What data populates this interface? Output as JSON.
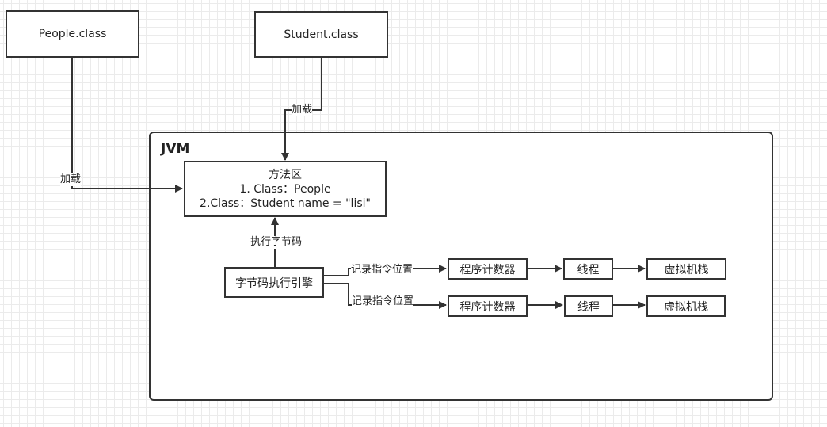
{
  "nodes": {
    "people_class": "People.class",
    "student_class": "Student.class",
    "jvm_label": "JVM",
    "method_area": {
      "title": "方法区",
      "line1": "1. Class：People",
      "line2": "2.Class：Student  name = \"lisi\""
    },
    "bytecode_engine": "字节码执行引擎",
    "row1": {
      "pc": "程序计数器",
      "thread": "线程",
      "stack": "虚拟机栈"
    },
    "row2": {
      "pc": "程序计数器",
      "thread": "线程",
      "stack": "虚拟机栈"
    }
  },
  "edges": {
    "load_people": "加载",
    "load_student": "加载",
    "exec_bytecode": "执行字节码",
    "record_pos_1": "记录指令位置",
    "record_pos_2": "记录指令位置"
  },
  "colors": {
    "stroke": "#333333",
    "grid": "#ebebeb",
    "background": "#ffffff"
  }
}
